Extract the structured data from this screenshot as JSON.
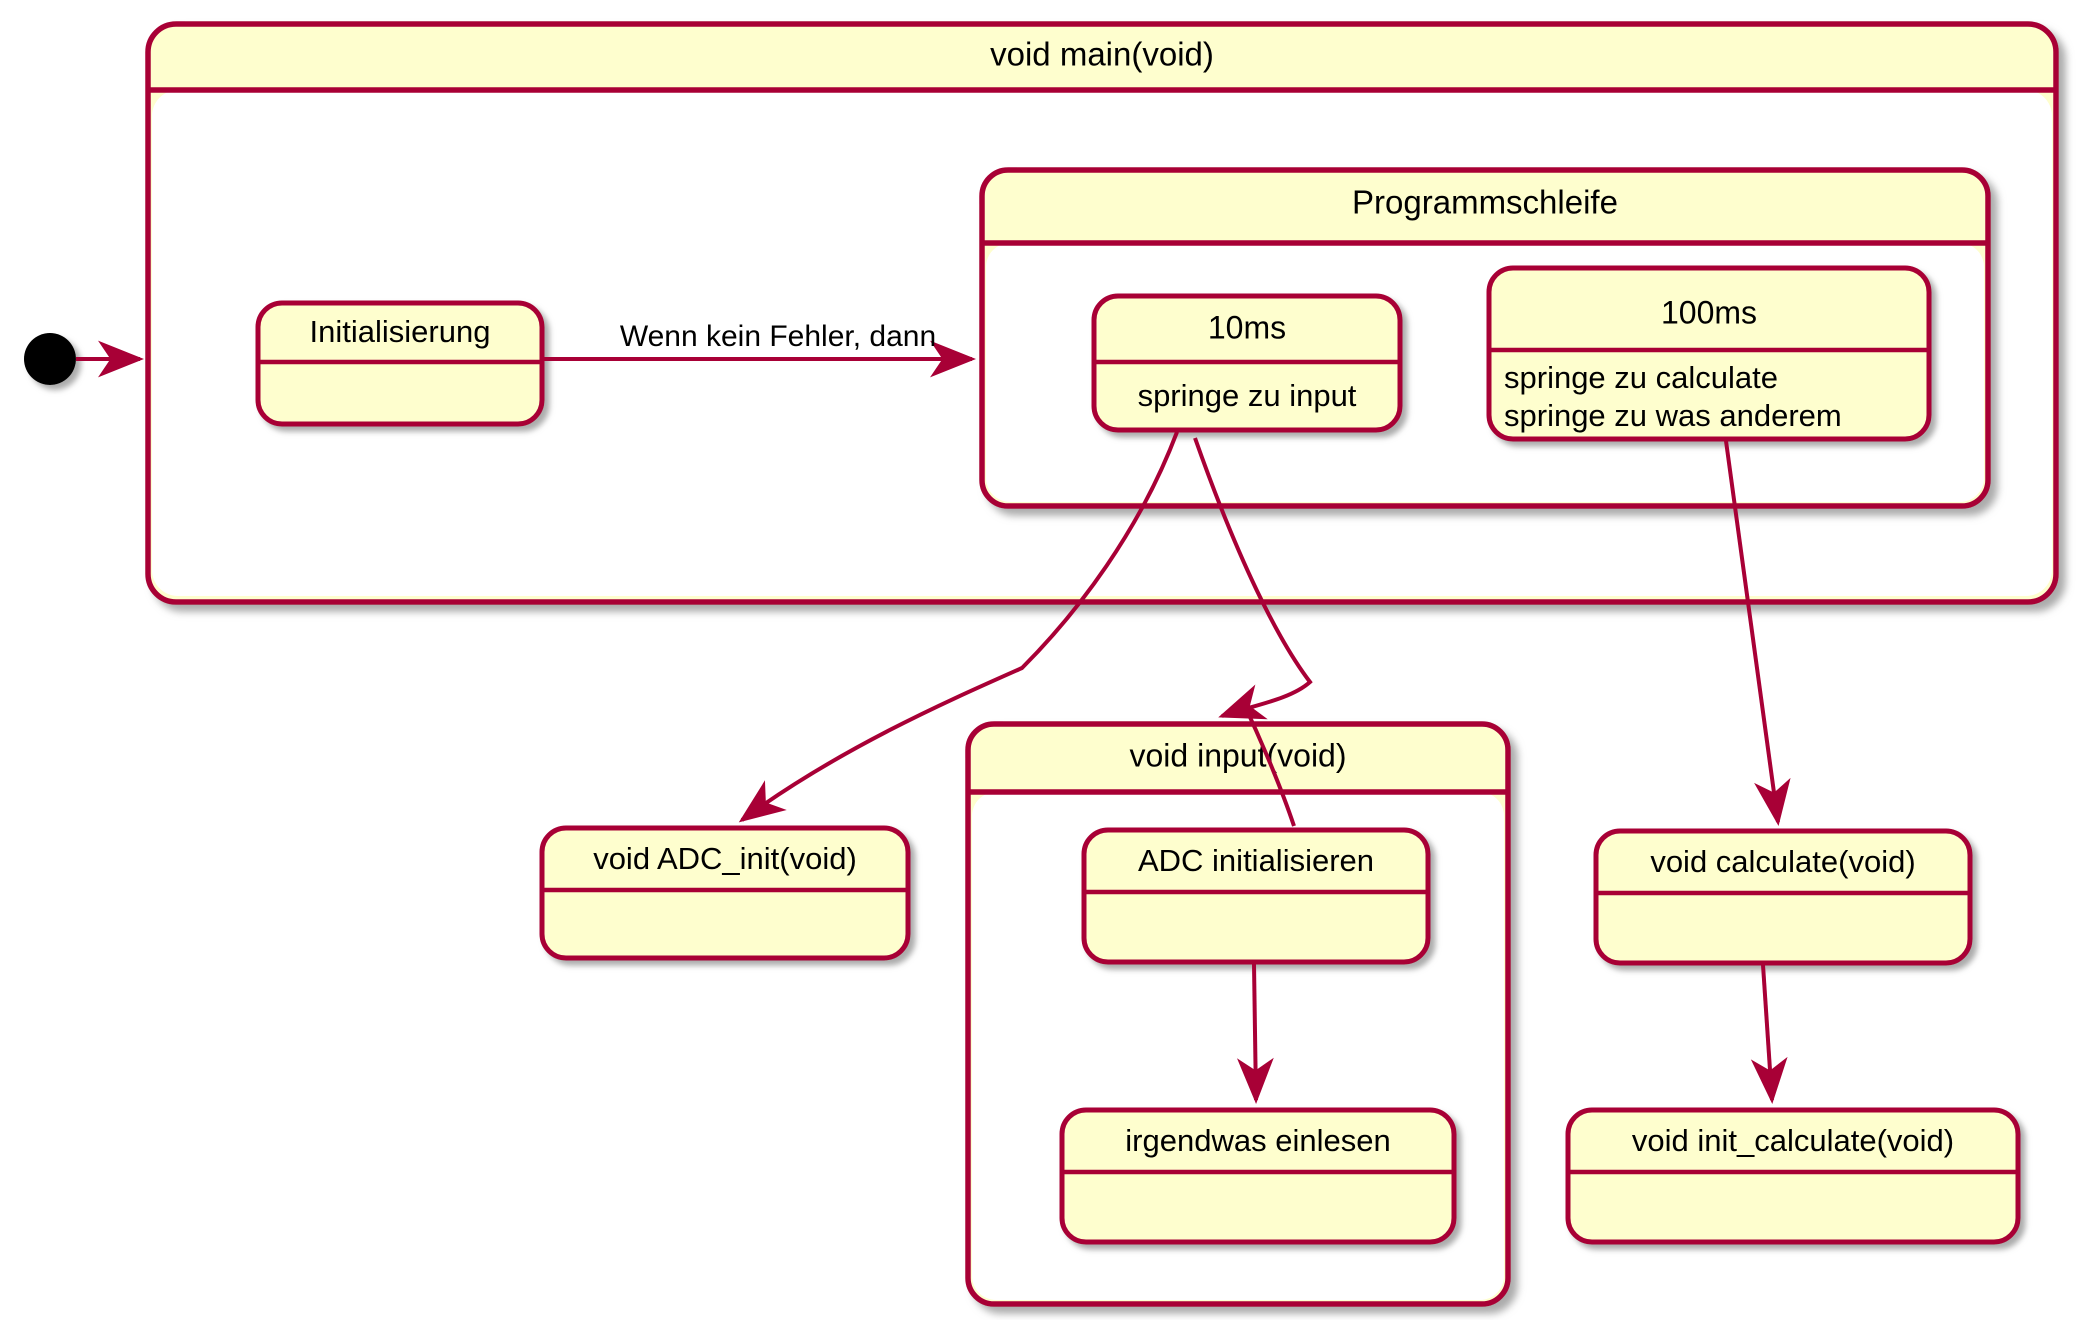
{
  "diagram": {
    "type": "uml-state-diagram",
    "title": "void main(void)",
    "colors": {
      "border": "#A80036",
      "state_fill": "#FEFECE",
      "composite_body_fill": "#FFFFFF",
      "text": "#000000",
      "start_node": "#000000",
      "shadow": "#808080",
      "page_background": "#FFFFFF"
    }
  },
  "start_node": {
    "name": "initial-state",
    "shape": "filled-circle"
  },
  "states": {
    "main": {
      "title": "void main(void)",
      "kind": "composite"
    },
    "initialisierung": {
      "title": "Initialisierung",
      "body": "",
      "kind": "simple"
    },
    "programmschleife": {
      "title": "Programmschleife",
      "kind": "composite"
    },
    "ten_ms": {
      "title": "10ms",
      "body_lines": [
        "springe zu input"
      ],
      "kind": "simple"
    },
    "hundred_ms": {
      "title": "100ms",
      "body_lines": [
        "springe zu calculate",
        "springe zu was anderem"
      ],
      "kind": "simple"
    },
    "adc_init": {
      "title": "void ADC_init(void)",
      "body": "",
      "kind": "simple"
    },
    "input": {
      "title": "void input(void)",
      "kind": "composite"
    },
    "adc_initialisieren": {
      "title": "ADC initialisieren",
      "body": "",
      "kind": "simple"
    },
    "irgendwas_einlesen": {
      "title": "irgendwas einlesen",
      "body": "",
      "kind": "simple"
    },
    "calculate": {
      "title": "void calculate(void)",
      "body": "",
      "kind": "simple"
    },
    "init_calculate": {
      "title": "void init_calculate(void)",
      "body": "",
      "kind": "simple"
    }
  },
  "transitions": [
    {
      "name": "start-to-initialisierung",
      "from": "initial-state",
      "to": "Initialisierung",
      "label": ""
    },
    {
      "name": "initialisierung-to-programmschleife",
      "from": "Initialisierung",
      "to": "Programmschleife",
      "label": "Wenn kein Fehler, dann"
    },
    {
      "name": "tenms-to-adc-init",
      "from": "10ms",
      "to": "void ADC_init(void)",
      "label": ""
    },
    {
      "name": "tenms-to-input",
      "from": "10ms",
      "to": "void input(void)",
      "label": ""
    },
    {
      "name": "hundredms-to-calculate",
      "from": "100ms",
      "to": "void calculate(void)",
      "label": ""
    },
    {
      "name": "adc-initialisieren-to-irgendwas-einlesen",
      "from": "ADC initialisieren",
      "to": "irgendwas einlesen",
      "label": ""
    },
    {
      "name": "calculate-to-init-calculate",
      "from": "void calculate(void)",
      "to": "void init_calculate(void)",
      "label": ""
    }
  ]
}
